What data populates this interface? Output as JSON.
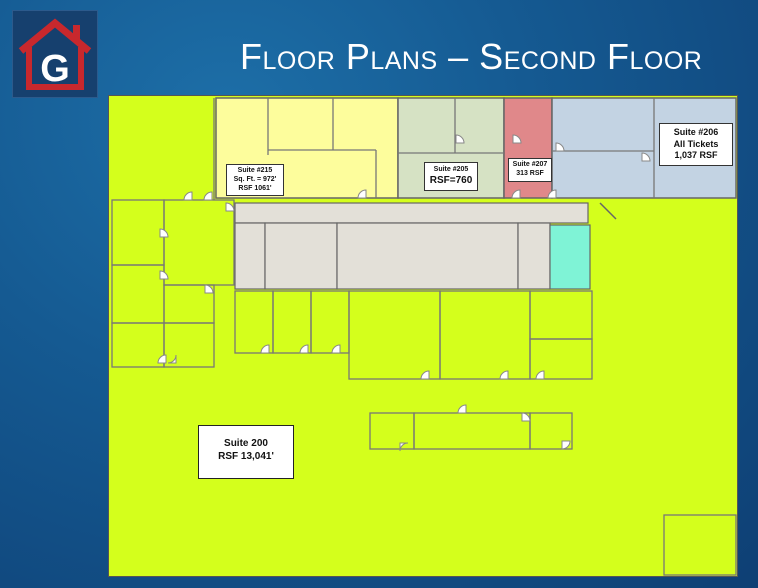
{
  "header": {
    "title": "Floor Plans – Second Floor",
    "logo_letter": "G"
  },
  "colors": {
    "logo_red": "#c8282d",
    "suite_200": "#d4ff1c",
    "suite_215": "#fdfd9c",
    "suite_205": "#d6e2c4",
    "suite_207": "#e0888a",
    "suite_206": "#c3d3e3",
    "corridor": "#e3e0d8",
    "teal_room": "#7ff3d6"
  },
  "labels": {
    "suite_215": {
      "line1": "Suite #215",
      "line2": "Sq. Ft. = 972'",
      "line3": "RSF 1061'"
    },
    "suite_205": {
      "line1": "Suite #205",
      "line2": "RSF=760"
    },
    "suite_207": {
      "line1": "Suite #207",
      "line2": "313 RSF"
    },
    "suite_206": {
      "line1": "Suite #206",
      "line2": "All Tickets",
      "line3": "1,037 RSF"
    },
    "suite_200": {
      "line1": "Suite 200",
      "line2": "RSF 13,041'"
    }
  }
}
